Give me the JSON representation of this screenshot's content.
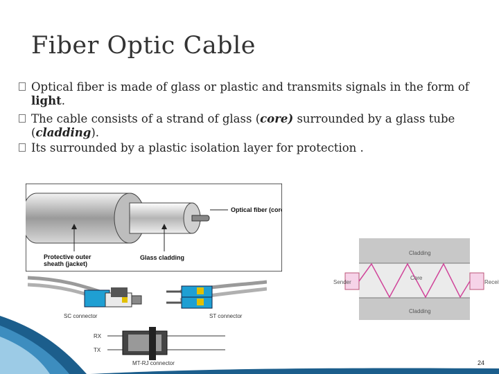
{
  "slide": {
    "title": "Fiber Optic Cable",
    "bullets": [
      {
        "text_before": "Optical fiber is made of glass or plastic and transmits signals in the form of ",
        "emphasis": "light",
        "text_after": "."
      },
      {
        "text_before": "The cable consists of a strand of glass (",
        "emphasis": "core)",
        "text_middle": " surrounded by a glass tube (",
        "emphasis2": "cladding",
        "text_after": ")."
      },
      {
        "text_before": "Its surrounded by a plastic isolation layer for protection ."
      }
    ],
    "page_number": "24"
  },
  "figure_cable": {
    "label_core": "Optical fiber (core)",
    "label_jacket": "Protective outer sheath (jacket)",
    "label_cladding": "Glass cladding"
  },
  "figure_connectors": {
    "sc_label": "SC connector",
    "st_label": "ST connector",
    "rx_label": "RX",
    "tx_label": "TX",
    "mtrj_label": "MT-RJ connector"
  },
  "figure_propagation": {
    "cladding_top": "Cladding",
    "core": "Core",
    "cladding_bottom": "Cladding",
    "sender": "Sender",
    "receiver": "Receiver",
    "colors": {
      "cladding": "#c8c8c8",
      "core": "#ebebeb",
      "endpoints": "#f6d3e8",
      "ray": "#d0459a"
    }
  }
}
